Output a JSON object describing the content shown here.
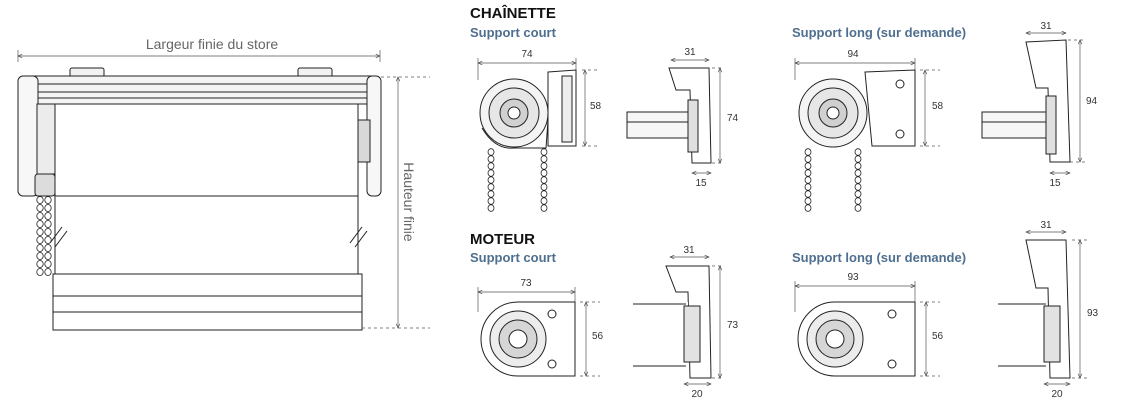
{
  "main_drawing": {
    "width_label": "Largeur finie du store",
    "height_label": "Hauteur finie"
  },
  "chain_section": {
    "title": "CHAÎNETTE",
    "short_bracket": {
      "label": "Support court",
      "dims": {
        "width": "74",
        "height": "58",
        "side_depth": "31",
        "side_height": "74",
        "side_bottom": "15"
      }
    },
    "long_bracket": {
      "label": "Support long (sur demande)",
      "dims": {
        "width": "94",
        "height": "58",
        "side_depth": "31",
        "side_height": "94",
        "side_bottom": "15"
      }
    }
  },
  "motor_section": {
    "title": "MOTEUR",
    "short_bracket": {
      "label": "Support court",
      "dims": {
        "width": "73",
        "height": "56",
        "side_depth": "31",
        "side_height": "73",
        "side_bottom": "20"
      }
    },
    "long_bracket": {
      "label": "Support long (sur demande)",
      "dims": {
        "width": "93",
        "height": "56",
        "side_depth": "31",
        "side_height": "93",
        "side_bottom": "20"
      }
    }
  }
}
